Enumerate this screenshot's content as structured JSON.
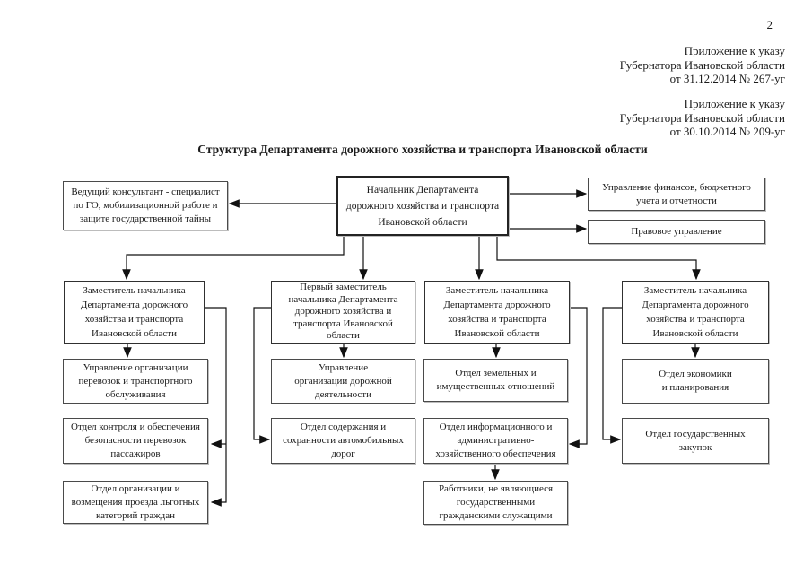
{
  "page_number": "2",
  "annexes": [
    {
      "lines": [
        "Приложение к указу",
        "Губернатора Ивановской области",
        "от 31.12.2014 № 267-уг"
      ]
    },
    {
      "lines": [
        "Приложение к указу",
        "Губернатора Ивановской области",
        "от 30.10.2014 № 209-уг"
      ]
    }
  ],
  "title": "Структура Департамента дорожного хозяйства и транспорта Ивановской области",
  "org": {
    "director": {
      "lines": [
        "Начальник Департамента",
        "дорожного хозяйства и транспорта",
        "Ивановской области"
      ]
    },
    "advisor": {
      "lines": [
        "Ведущий консультант - специалист",
        "по ГО, мобилизационной работе и",
        "защите государственной тайны"
      ]
    },
    "director_units": [
      {
        "lines": [
          "Управление финансов, бюджетного",
          "учета и отчетности"
        ]
      },
      {
        "lines": [
          "Правовое управление"
        ]
      }
    ],
    "columns": [
      {
        "head": {
          "lines": [
            "Заместитель начальника",
            "Департамента дорожного",
            "хозяйства и транспорта",
            "Ивановской области"
          ]
        },
        "units": [
          {
            "lines": [
              "Управление организации",
              "перевозок и транспортного",
              "обслуживания"
            ]
          },
          {
            "lines": [
              "Отдел контроля и обеспечения",
              "безопасности перевозок",
              "пассажиров"
            ]
          },
          {
            "lines": [
              "Отдел организации и",
              "возмещения проезда льготных",
              "категорий граждан"
            ]
          }
        ]
      },
      {
        "head": {
          "lines": [
            "Первый заместитель",
            "начальника Департамента",
            "дорожного хозяйства и",
            "транспорта Ивановской",
            "области"
          ]
        },
        "units": [
          {
            "lines": [
              "Управление",
              "организации дорожной",
              "деятельности"
            ]
          },
          {
            "lines": [
              "Отдел содержания и",
              "сохранности автомобильных",
              "дорог"
            ]
          }
        ]
      },
      {
        "head": {
          "lines": [
            "Заместитель начальника",
            "Департамента дорожного",
            "хозяйства и транспорта",
            "Ивановской области"
          ]
        },
        "units": [
          {
            "lines": [
              "Отдел земельных и",
              "имущественных отношений"
            ]
          },
          {
            "lines": [
              "Отдел информационного и",
              "административно-",
              "хозяйственного обеспечения"
            ]
          },
          {
            "lines": [
              "Работники, не являющиеся",
              "государственными",
              "гражданскими служащими"
            ]
          }
        ]
      },
      {
        "head": {
          "lines": [
            "Заместитель начальника",
            "Департамента дорожного",
            "хозяйства и транспорта",
            "Ивановской области"
          ]
        },
        "units": [
          {
            "lines": [
              "Отдел экономики",
              "и планирования"
            ]
          },
          {
            "lines": [
              "Отдел государственных",
              "закупок"
            ]
          }
        ]
      }
    ]
  },
  "colors": {
    "ink": "#1a1a1a",
    "line": "#111111",
    "border_main": "#232323",
    "border_unit": "#4a4a4a",
    "background": "#ffffff"
  }
}
